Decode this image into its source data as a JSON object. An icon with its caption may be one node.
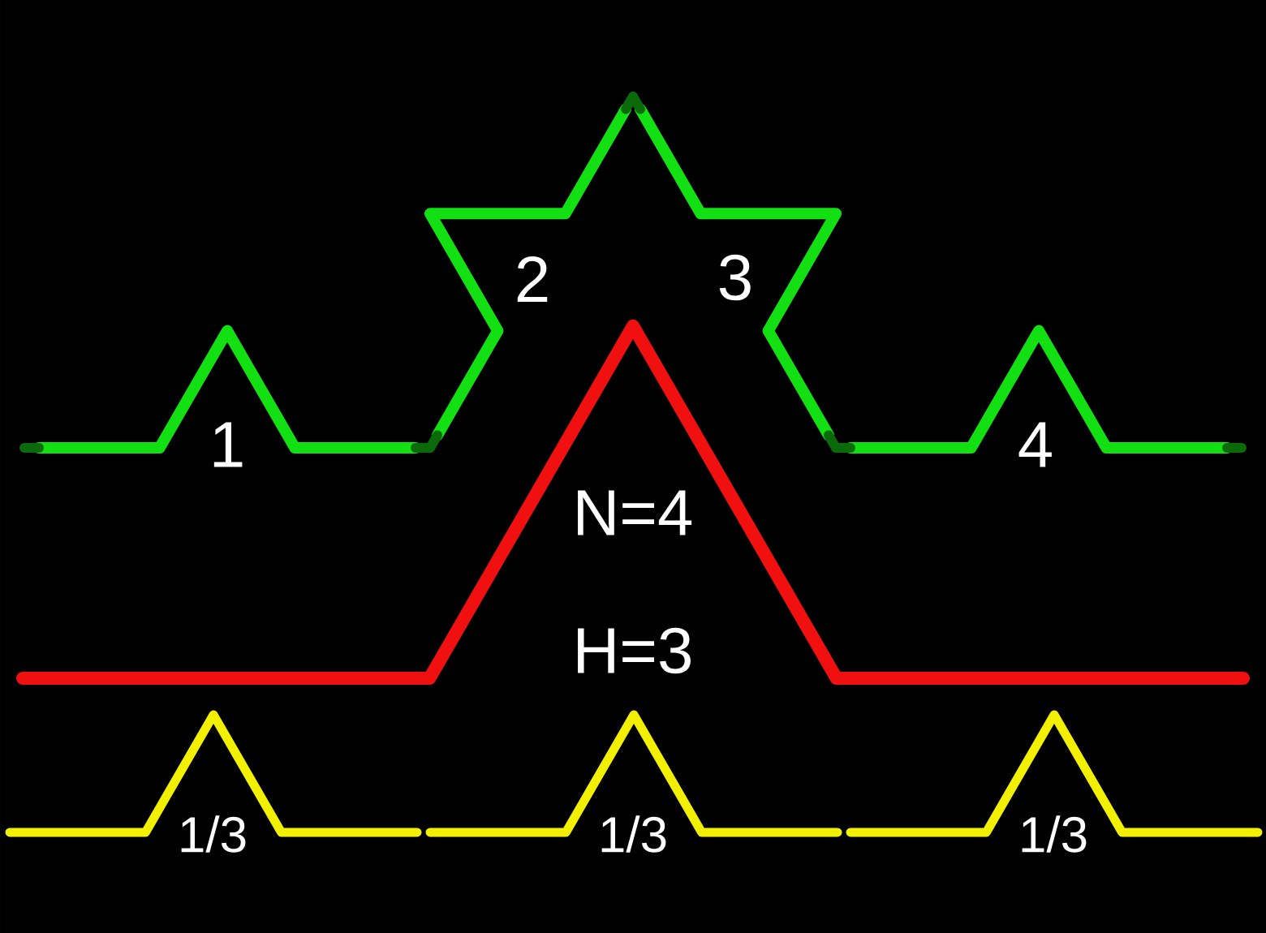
{
  "diagram": {
    "labels": [
      "1",
      "2",
      "3",
      "4",
      "N=4",
      "H=3",
      "1/3",
      "1/3",
      "1/3"
    ]
  }
}
